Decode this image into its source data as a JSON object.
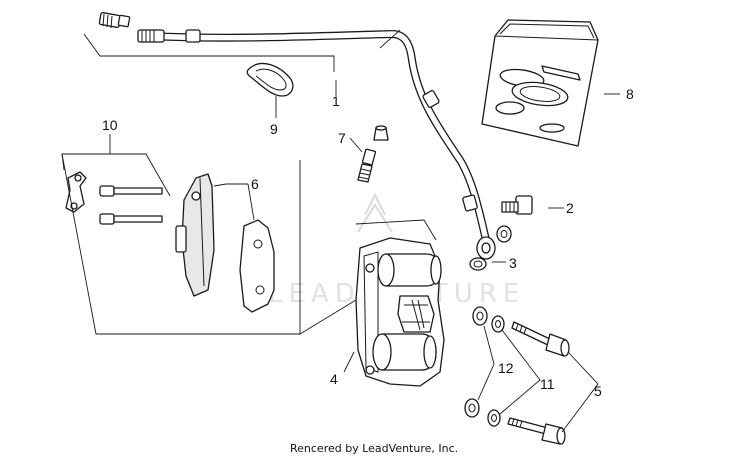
{
  "callouts": [
    {
      "number": "1"
    },
    {
      "number": "2"
    },
    {
      "number": "3"
    },
    {
      "number": "4"
    },
    {
      "number": "5"
    },
    {
      "number": "6"
    },
    {
      "number": "7"
    },
    {
      "number": "8"
    },
    {
      "number": "9"
    },
    {
      "number": "10"
    },
    {
      "number": "11"
    },
    {
      "number": "12"
    }
  ],
  "watermark": "LEADVENTURE",
  "credit": "Rencered by LeadVenture, Inc."
}
